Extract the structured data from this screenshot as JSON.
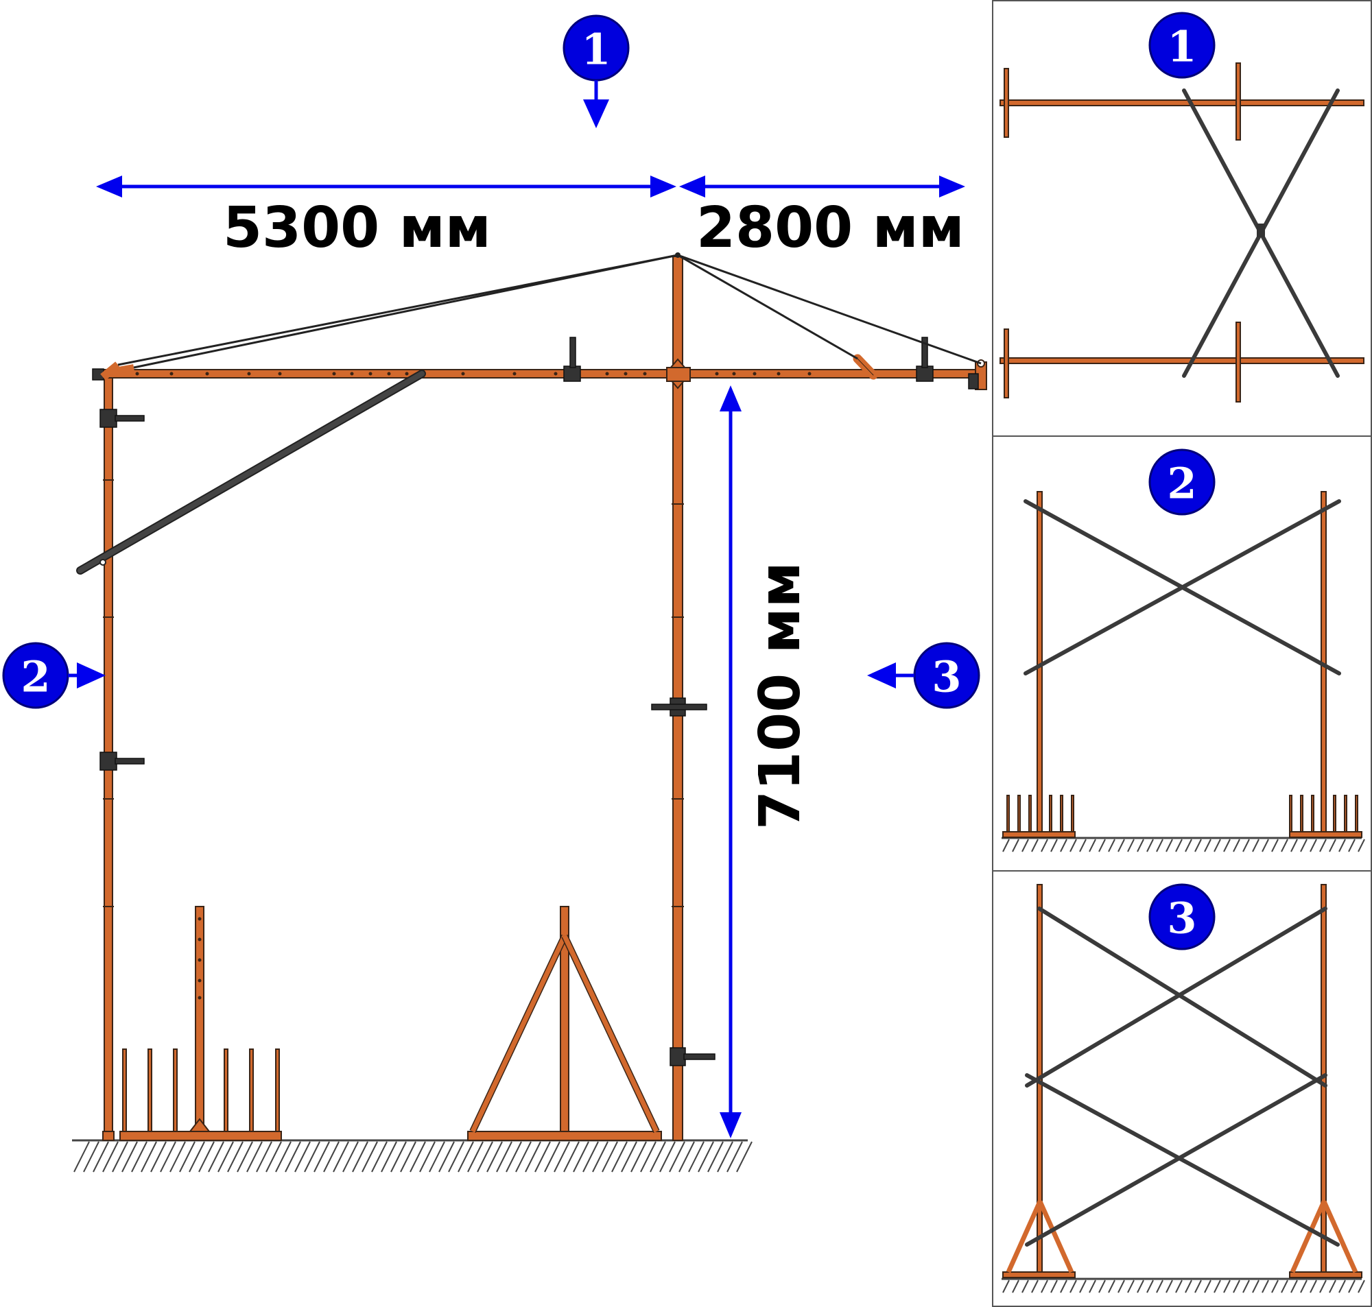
{
  "dimensions": {
    "boom_front_length": "5300 мм",
    "boom_rear_length": "2800 мм",
    "mast_height": "7100 мм"
  },
  "view_markers": {
    "top_view": "1",
    "side_view": "2",
    "front_view": "3"
  },
  "panels": [
    {
      "marker": "1"
    },
    {
      "marker": "2"
    },
    {
      "marker": "3"
    }
  ],
  "colors": {
    "steel": "#d2692d",
    "dimension": "#0000ee",
    "badge": "#0000dd",
    "brace": "#3a3a3a"
  }
}
